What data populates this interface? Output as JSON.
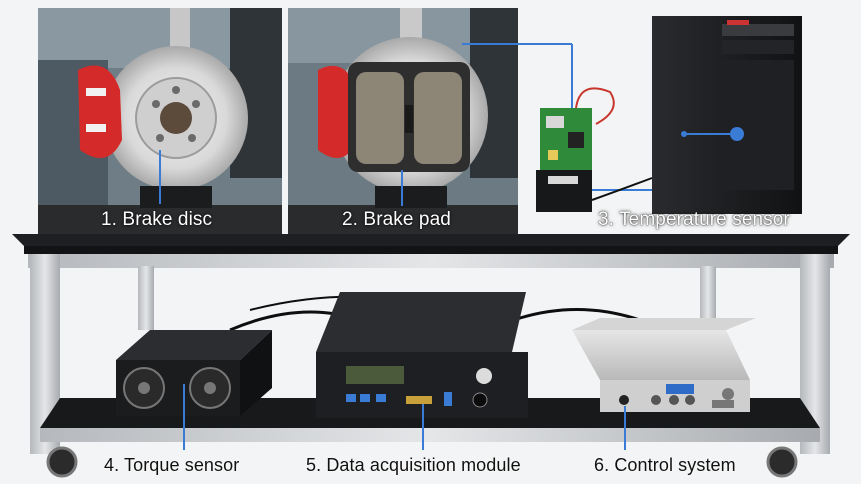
{
  "labels": {
    "brake_disc": "1. Brake disc",
    "brake_pad": "2. Brake pad",
    "temperature_sensor": "3. Temperature sensor",
    "torque_sensor": "4. Torque sensor",
    "data_acquisition": "5. Data acquisition module",
    "control_system": "6. Control system"
  },
  "colors": {
    "label_text_upper": "#ffffff",
    "label_text_lower": "#111111",
    "pointer_line": "#3a7bd5",
    "caliper": "#d42a2a",
    "frame": "#c9ccd0",
    "tabletop": "#1e1f22"
  }
}
